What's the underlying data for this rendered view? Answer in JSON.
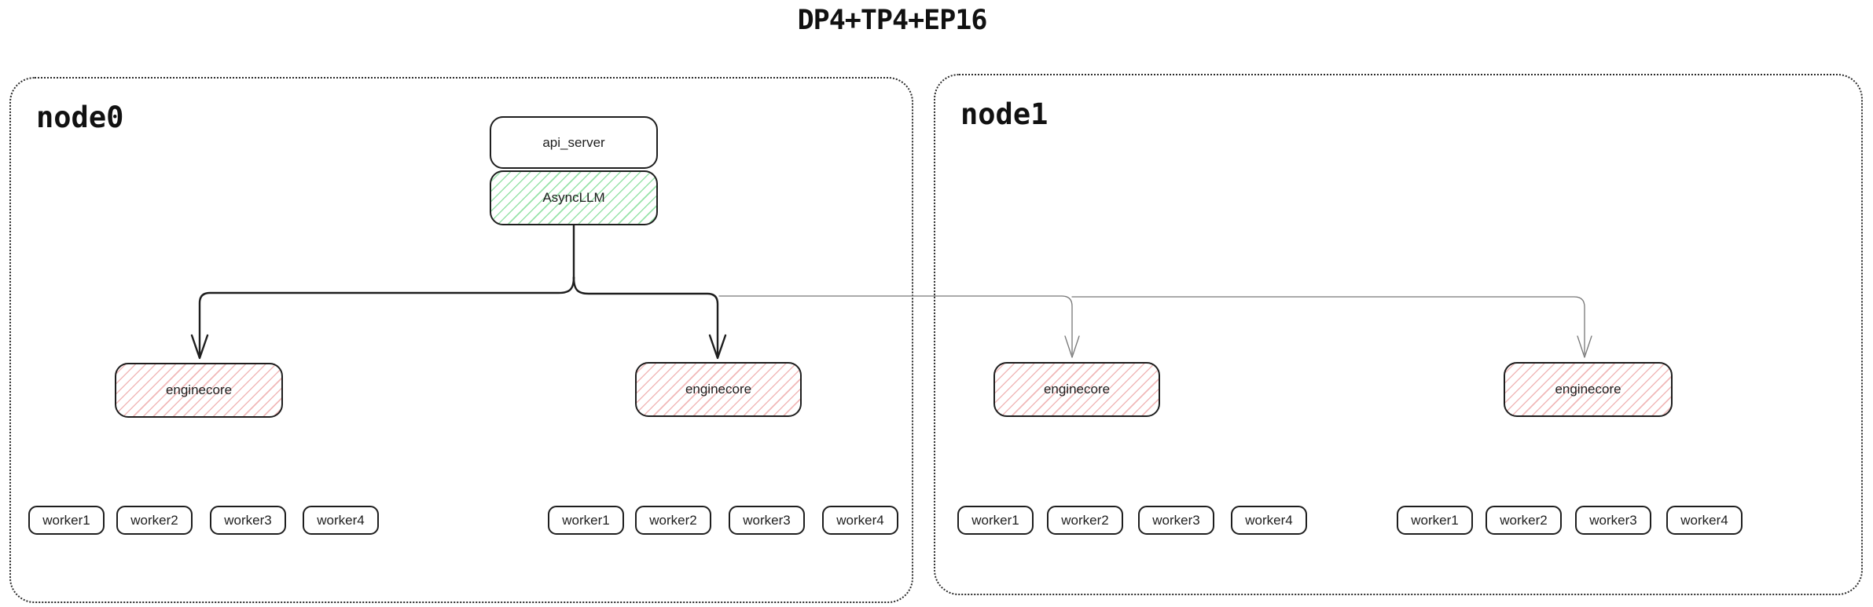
{
  "title": "DP4+TP4+EP16",
  "colors": {
    "ink": "#1e1e1e",
    "green_hatch": "#97e3a9",
    "red_hatch": "#f1b9b9",
    "thin_line": "#777777"
  },
  "top_stack": {
    "api_server_label": "api_server",
    "async_llm_label": "AsyncLLM"
  },
  "nodes": [
    {
      "label": "node0",
      "enginecores": [
        {
          "label": "enginecore"
        },
        {
          "label": "enginecore"
        }
      ],
      "worker_groups": [
        {
          "workers": [
            "worker1",
            "worker2",
            "worker3",
            "worker4"
          ]
        },
        {
          "workers": [
            "worker1",
            "worker2",
            "worker3",
            "worker4"
          ]
        }
      ]
    },
    {
      "label": "node1",
      "enginecores": [
        {
          "label": "enginecore"
        },
        {
          "label": "enginecore"
        }
      ],
      "worker_groups": [
        {
          "workers": [
            "worker1",
            "worker2",
            "worker3",
            "worker4"
          ]
        },
        {
          "workers": [
            "worker1",
            "worker2",
            "worker3",
            "worker4"
          ]
        }
      ]
    }
  ]
}
